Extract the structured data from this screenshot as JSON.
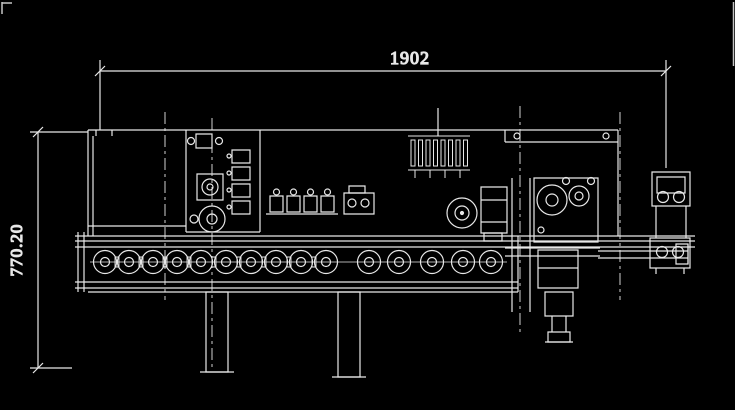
{
  "page": {
    "type": "technical-drawing",
    "description": "CAD machine elevation drawing, white line art on black background",
    "background_color": "#000000",
    "line_color": "#e8e8e8"
  },
  "drawing": {
    "width_dimension": {
      "label": "1902"
    },
    "height_dimension": {
      "label": "770.20"
    }
  }
}
